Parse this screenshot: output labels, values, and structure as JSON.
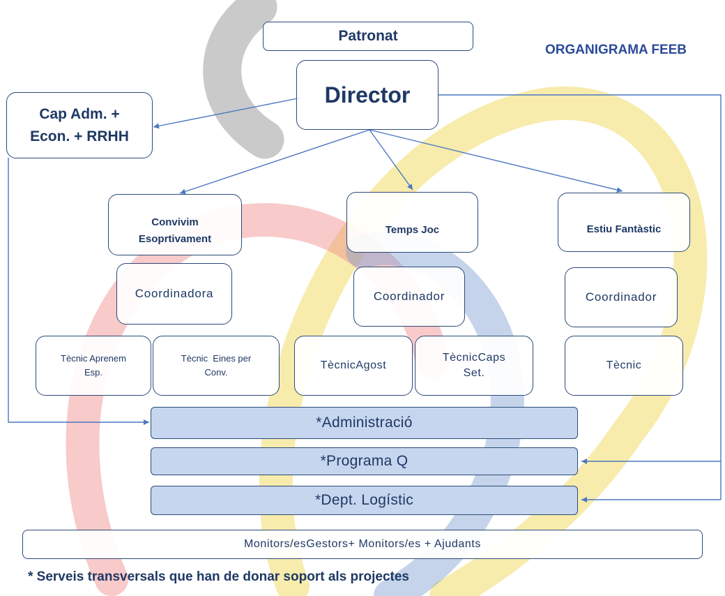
{
  "title": "ORGANIGRAMA FEEB",
  "nodes": {
    "patronat": "Patronat",
    "director": "Director",
    "cap_adm_line1": "Cap Adm. +",
    "cap_adm_line2": "Econ. + RRHH",
    "convivim_line1": "Convivim",
    "convivim_line2": "Esoprtivament",
    "temps_joc": "Temps Joc",
    "estiu": "Estiu Fantàstic",
    "coordinadora": "Coordinadora",
    "coordinador_temps": "Coordinador",
    "coordinador_estiu": "Coordinador",
    "tecnic_aprenem_line1": "Tècnic Aprenem",
    "tecnic_aprenem_line2": "Esp.",
    "tecnic_eines_line1": "Tècnic  Eines per",
    "tecnic_eines_line2": "Conv.",
    "tecnic_agost": "TècnicAgost",
    "tecnic_caps_line1": "TècnicCaps",
    "tecnic_caps_line2": "Set.",
    "tecnic_estiu": "Tècnic"
  },
  "services": {
    "administracio": "*Administració",
    "programa_q": "*Programa Q",
    "logistic": "*Dept. Logístic"
  },
  "monitors": "Monitors/esGestors+ Monitors/es + Ajudants",
  "footnote": "* Serveis transversals que han de donar soport als projectes",
  "colors": {
    "border": "#2b4a78",
    "text": "#1f3864",
    "service_fill": "#c6d6ee",
    "arrow": "#4a78c2",
    "ring_grey": "#9e9e9e",
    "ring_yellow": "#f3dc6a",
    "ring_red": "#f08a8a",
    "ring_blue": "#7f9fd0"
  }
}
